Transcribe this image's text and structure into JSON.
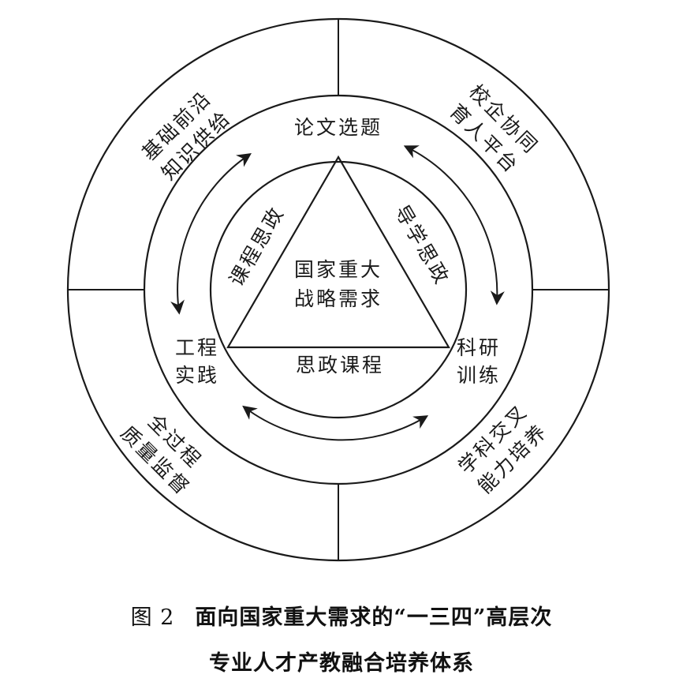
{
  "diagram": {
    "center": {
      "line1": "国家重大",
      "line2": "战略需求"
    },
    "triangle_sides": {
      "left": "课程思政",
      "right": "导学思政",
      "bottom": "思政课程"
    },
    "middle_ring": {
      "top": "论文选题",
      "left_line1": "工程",
      "left_line2": "实践",
      "right_line1": "科研",
      "right_line2": "训练"
    },
    "outer_ring": {
      "top_left_line1": "基础前沿",
      "top_left_line2": "知识供给",
      "top_right_line1": "校企协同",
      "top_right_line2": "育人平台",
      "bottom_left_line1": "全过程",
      "bottom_left_line2": "质量监督",
      "bottom_right_line1": "学科交叉",
      "bottom_right_line2": "能力培养"
    },
    "stroke_color": "#1a1a1a"
  },
  "caption": {
    "figure_number": "图 2",
    "title_line1": "面向国家重大需求的“一三四”高层次",
    "title_line2": "专业人才产教融合培养体系"
  }
}
